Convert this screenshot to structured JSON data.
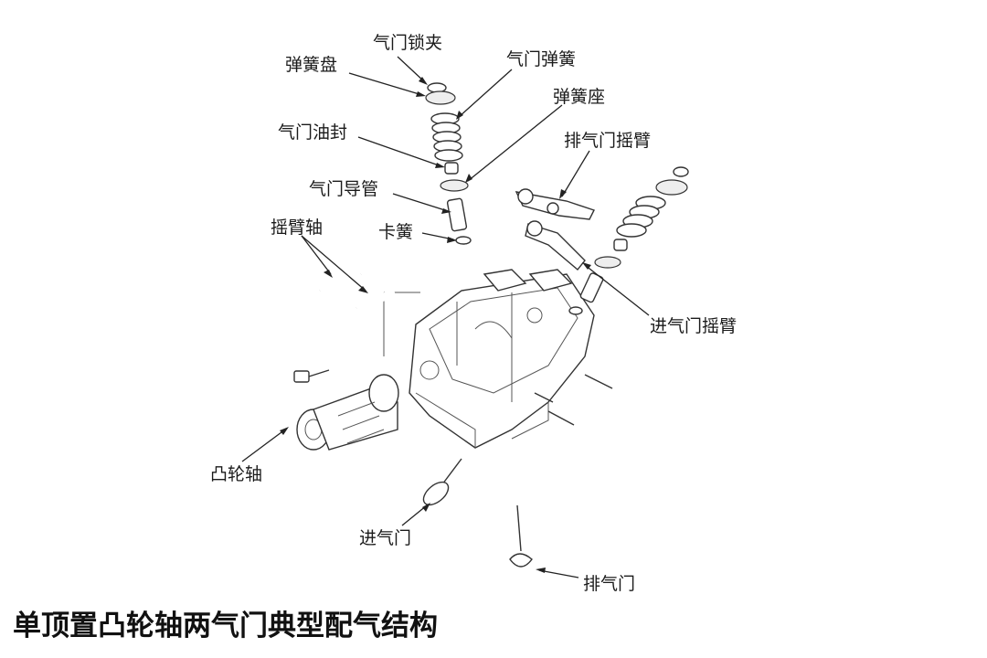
{
  "caption": "单顶置凸轮轴两气门典型配气结构",
  "labels": {
    "valve_lock": "气门锁夹",
    "spring_retainer": "弹簧盘",
    "valve_spring": "气门弹簧",
    "spring_seat": "弹簧座",
    "valve_oil_seal": "气门油封",
    "exhaust_rocker_arm": "排气门摇臂",
    "valve_guide": "气门导管",
    "circlip": "卡簧",
    "rocker_shaft": "摇臂轴",
    "intake_rocker_arm": "进气门摇臂",
    "camshaft": "凸轮轴",
    "intake_valve": "进气门",
    "exhaust_valve": "排气门"
  },
  "colors": {
    "line": "#222222",
    "caption": "#111111",
    "background": "#ffffff"
  }
}
